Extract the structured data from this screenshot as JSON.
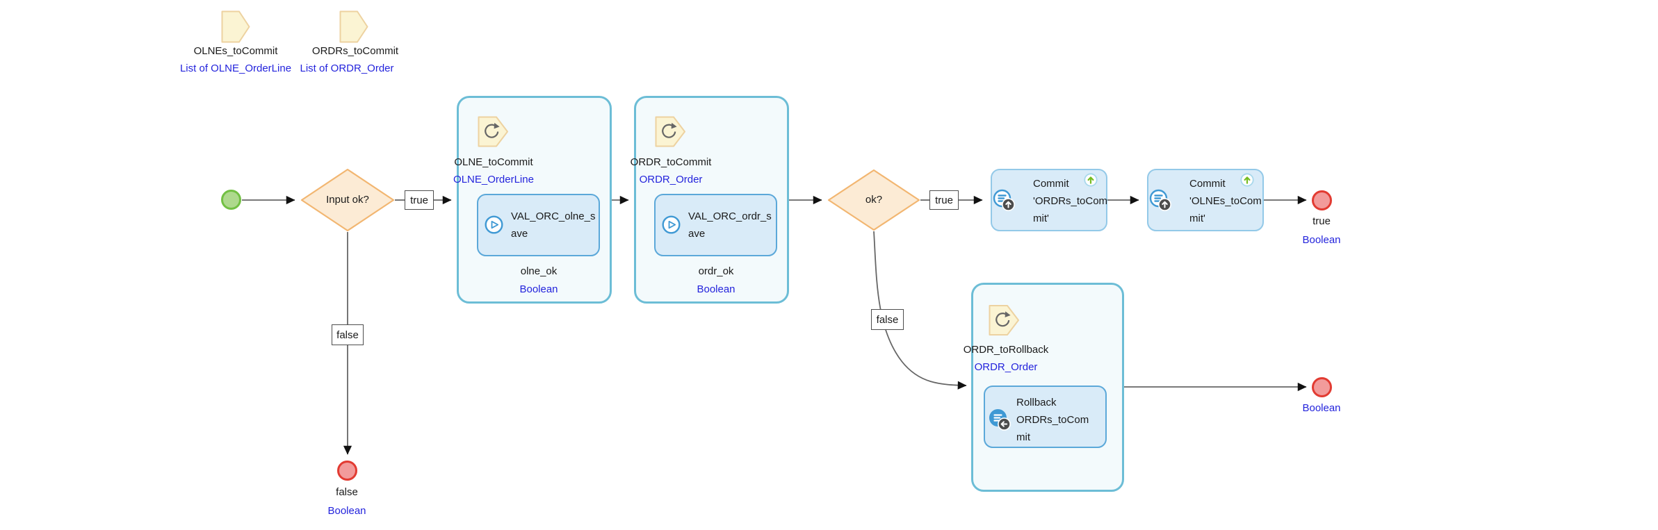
{
  "colors": {
    "blue_text": "#2323DC",
    "loop_container_border": "#6CBDD6",
    "loop_container_fill": "#F3FAFC",
    "activity_fill": "#D9EBF8",
    "activity_border": "#5BA8D9",
    "commit_border": "#93C9E8",
    "diamond_fill": "#FCEBD5",
    "diamond_border": "#F2B671",
    "parameter_fill": "#FBF4D3",
    "parameter_border": "#EDD2A0",
    "start_fill": "#AED98D",
    "start_border": "#72C043",
    "end_fill": "#F29B9B",
    "end_border": "#E23B32",
    "icon_blue": "#3F99D4",
    "badge_gray": "#4D4D4D",
    "decorator_green": "#76BC21",
    "connector_line": "#666666"
  },
  "params": [
    {
      "name": "OLNEs_toCommit",
      "type": "List of OLNE_OrderLine"
    },
    {
      "name": "ORDRs_toCommit",
      "type": "List of ORDR_Order"
    }
  ],
  "decisions": [
    {
      "label": "Input ok?"
    },
    {
      "label": "ok?"
    }
  ],
  "edges": {
    "true1": "true",
    "false1": "false",
    "true2": "true",
    "false2": "false"
  },
  "loops": [
    {
      "name": "OLNE_toCommit",
      "entity": "OLNE_OrderLine",
      "call": [
        "VAL_ORC_olne_s",
        "ave"
      ],
      "out": "olne_ok",
      "out_type": "Boolean"
    },
    {
      "name": "ORDR_toCommit",
      "entity": "ORDR_Order",
      "call": [
        "VAL_ORC_ordr_s",
        "ave"
      ],
      "out": "ordr_ok",
      "out_type": "Boolean"
    },
    {
      "name": "ORDR_toRollback",
      "entity": "ORDR_Order",
      "action": [
        "Rollback",
        "ORDRs_toCom",
        "mit"
      ]
    }
  ],
  "commits": [
    {
      "lines": [
        "Commit",
        "'ORDRs_toCom",
        "mit'"
      ]
    },
    {
      "lines": [
        "Commit",
        "'OLNEs_toCom",
        "mit'"
      ]
    }
  ],
  "ends": [
    {
      "label": "true",
      "type": "Boolean"
    },
    {
      "label": "false",
      "type": "Boolean"
    },
    {
      "type": "Boolean"
    }
  ]
}
